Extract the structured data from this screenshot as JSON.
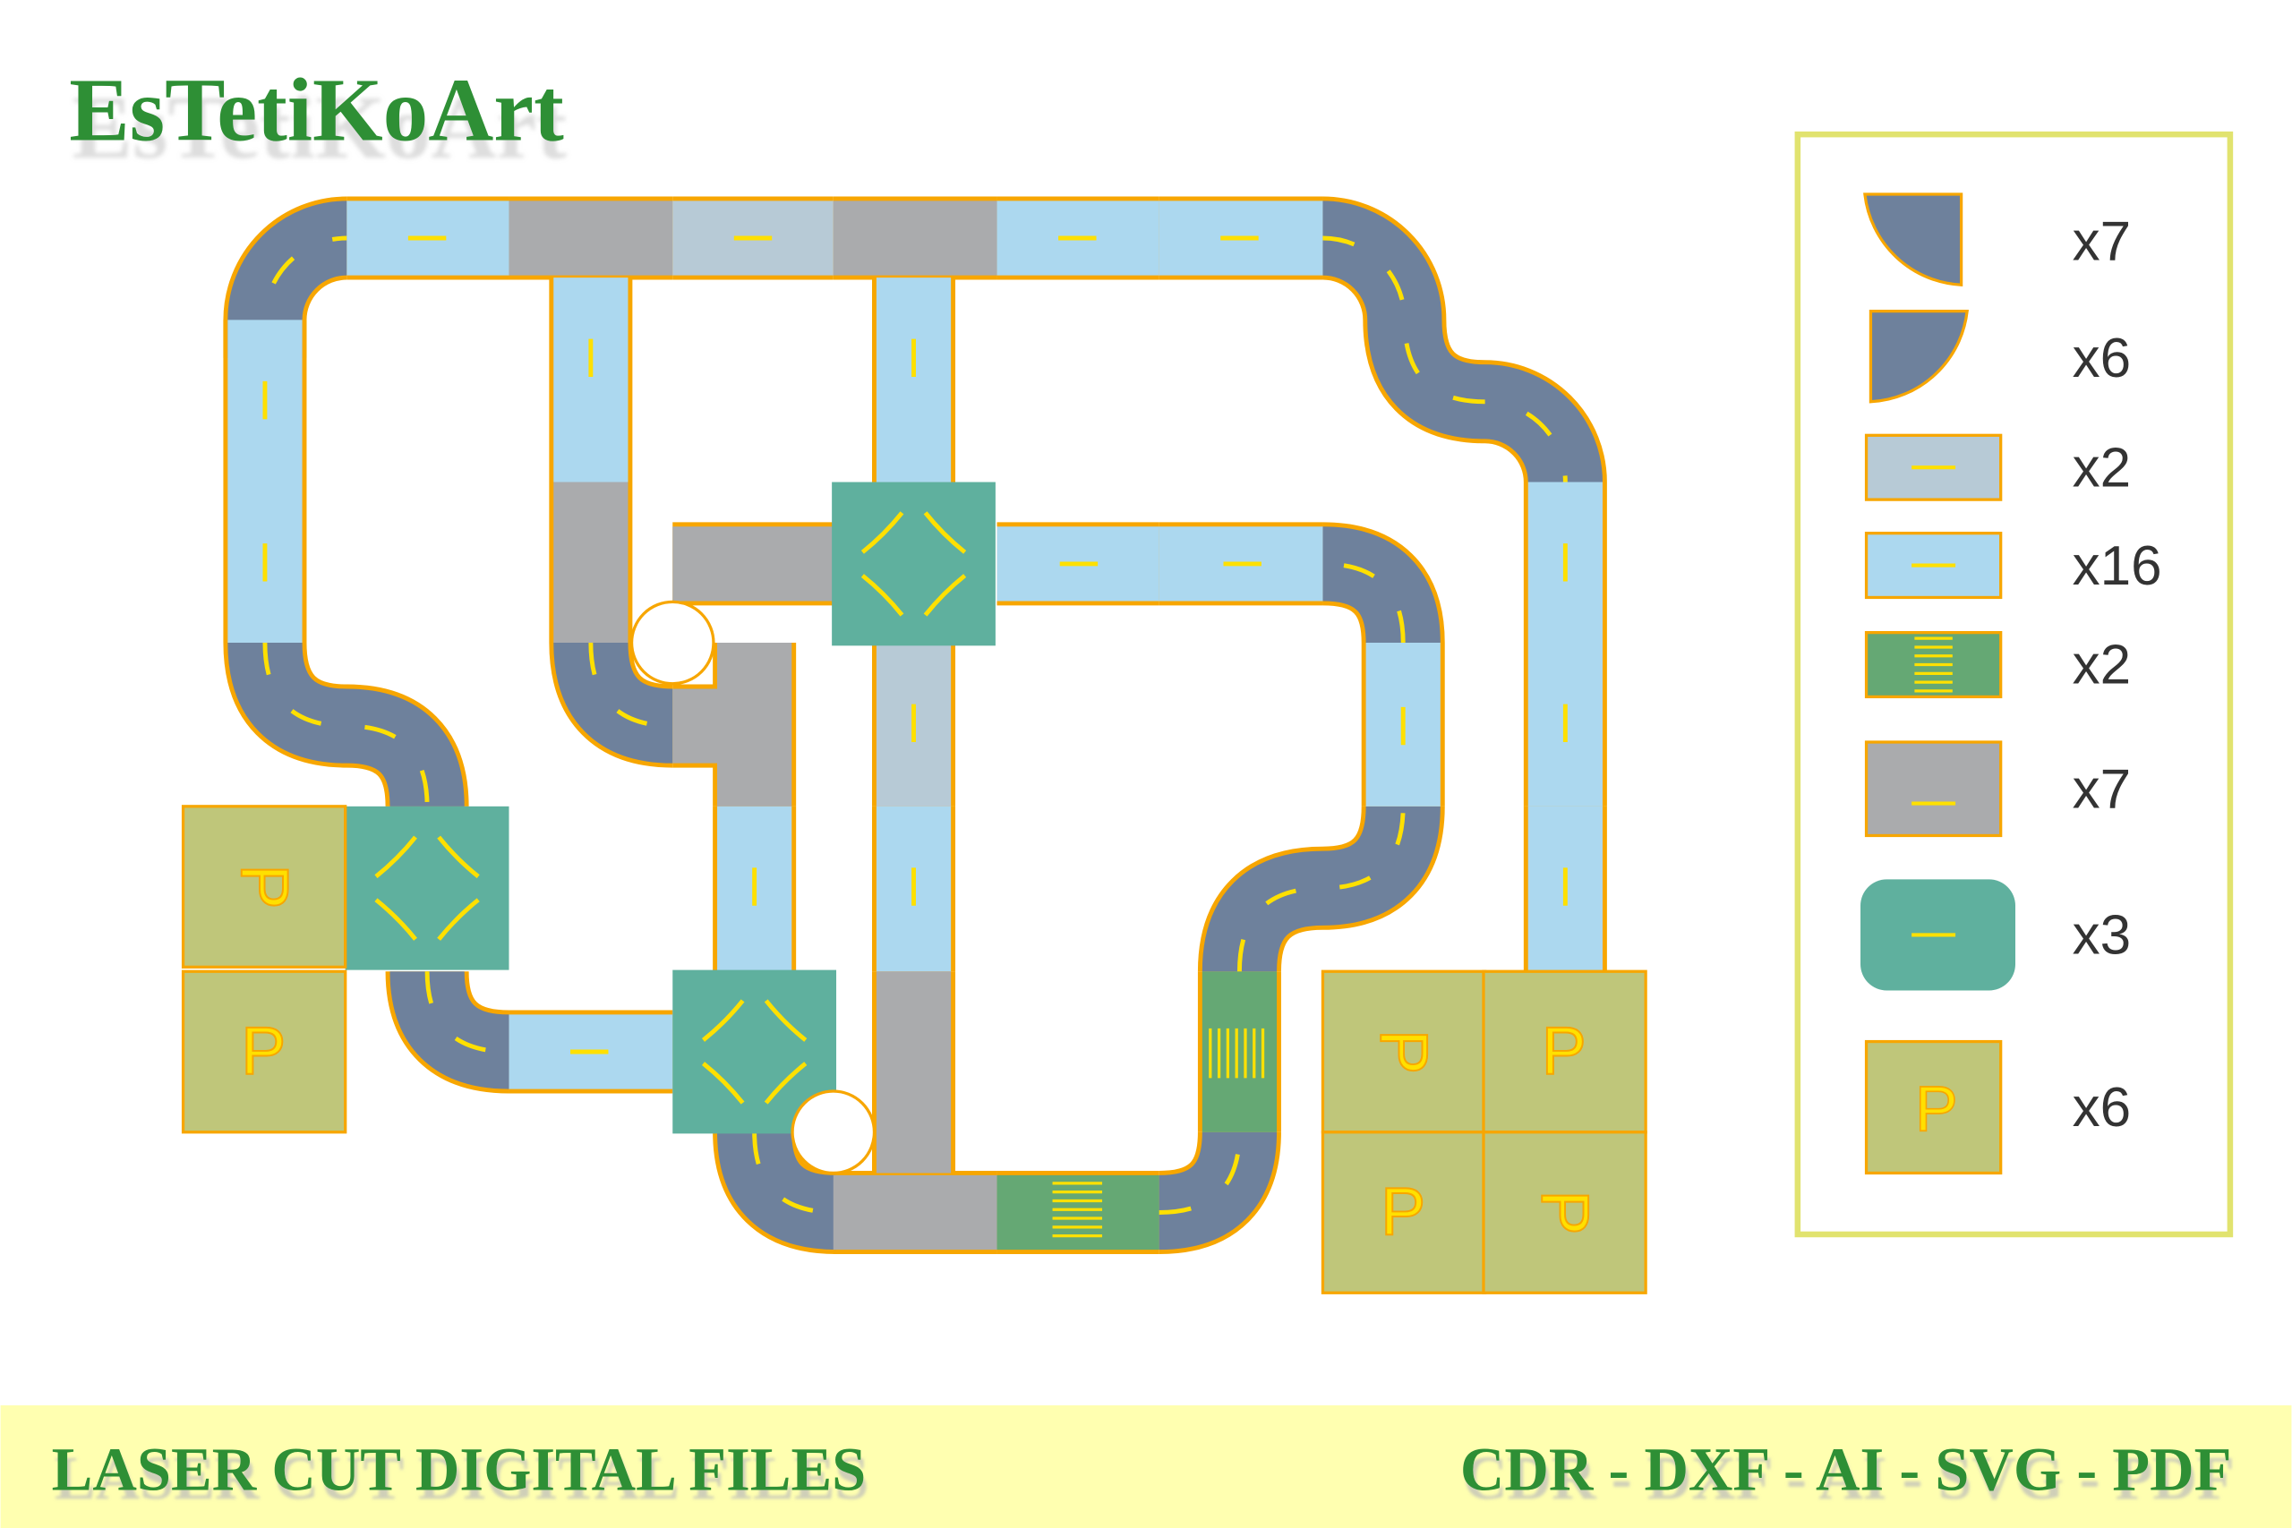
{
  "brand": {
    "title": "EsTetiKoArt"
  },
  "footer": {
    "left": "LASER CUT DIGITAL FILES",
    "right": "CDR - DXF - AI - SVG - PDF"
  },
  "parking_label": "P",
  "legend": {
    "items": [
      {
        "piece": "curve-right",
        "count": "x7"
      },
      {
        "piece": "curve-left",
        "count": "x6"
      },
      {
        "piece": "straight-pale",
        "count": "x2"
      },
      {
        "piece": "straight-light",
        "count": "x16"
      },
      {
        "piece": "crosswalk",
        "count": "x2"
      },
      {
        "piece": "t-junction",
        "count": "x7"
      },
      {
        "piece": "crossroad",
        "count": "x3"
      },
      {
        "piece": "parking",
        "count": "x6"
      }
    ]
  },
  "colors": {
    "curve": "#6e819c",
    "straight_light": "#acd8ef",
    "straight_pale": "#b7cad6",
    "junction": "#aaabad",
    "cross": "#5fb09e",
    "crosswalk": "#65a874",
    "parking": "#bfc67a",
    "edge": "#f7a600",
    "brand_green": "#2e8f35",
    "footer_band": "#ffffb0",
    "legend_border": "#e1e36f"
  }
}
